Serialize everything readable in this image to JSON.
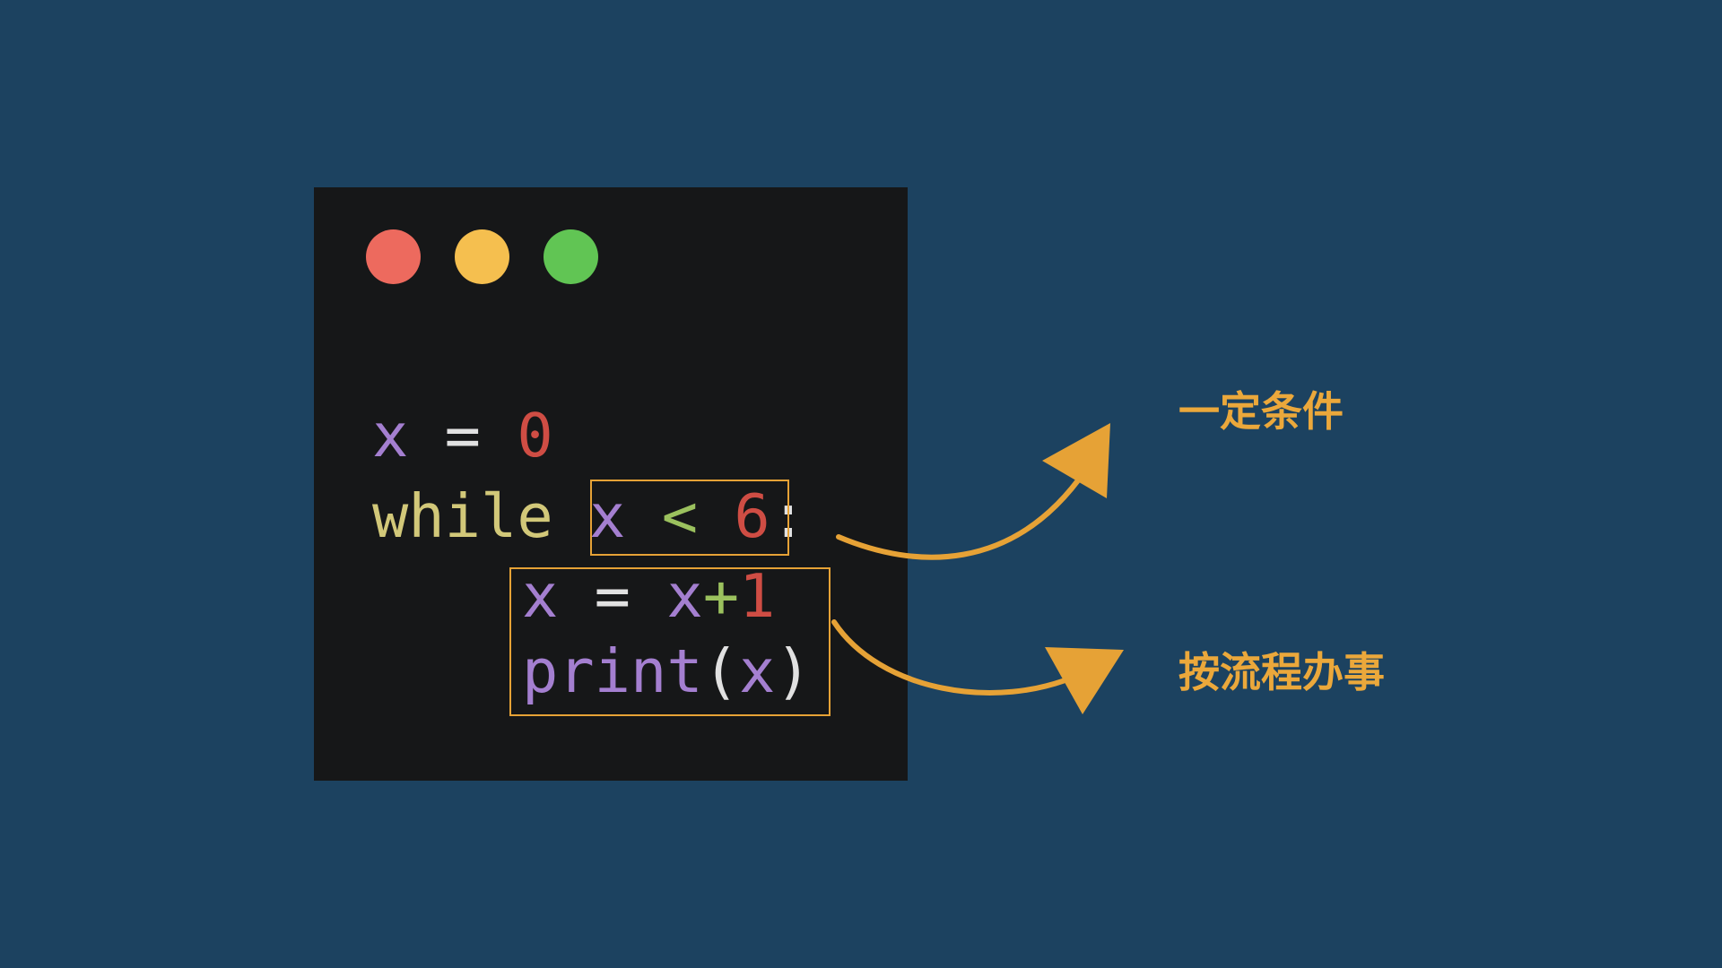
{
  "window": {
    "buttons": [
      {
        "name": "close",
        "color": "#ed6a5e"
      },
      {
        "name": "minimize",
        "color": "#f5bf4f"
      },
      {
        "name": "maximize",
        "color": "#61c554"
      }
    ]
  },
  "code": {
    "line1": {
      "var": "x",
      "op": " = ",
      "num": "0"
    },
    "line2": {
      "keyword": "while",
      "space": " ",
      "var": "x",
      "cmp": " < ",
      "num": "6",
      "colon": ":"
    },
    "line3": {
      "var": "x",
      "op": " = ",
      "var2": "x",
      "plus": "+",
      "num": "1"
    },
    "line4": {
      "func": "print",
      "open": "(",
      "var": "x",
      "close": ")"
    }
  },
  "annotations": {
    "condition": "一定条件",
    "body": "按流程办事"
  },
  "colors": {
    "background": "#1c4260",
    "window": "#161718",
    "accent": "#e6a236",
    "label": "#eba83b"
  }
}
